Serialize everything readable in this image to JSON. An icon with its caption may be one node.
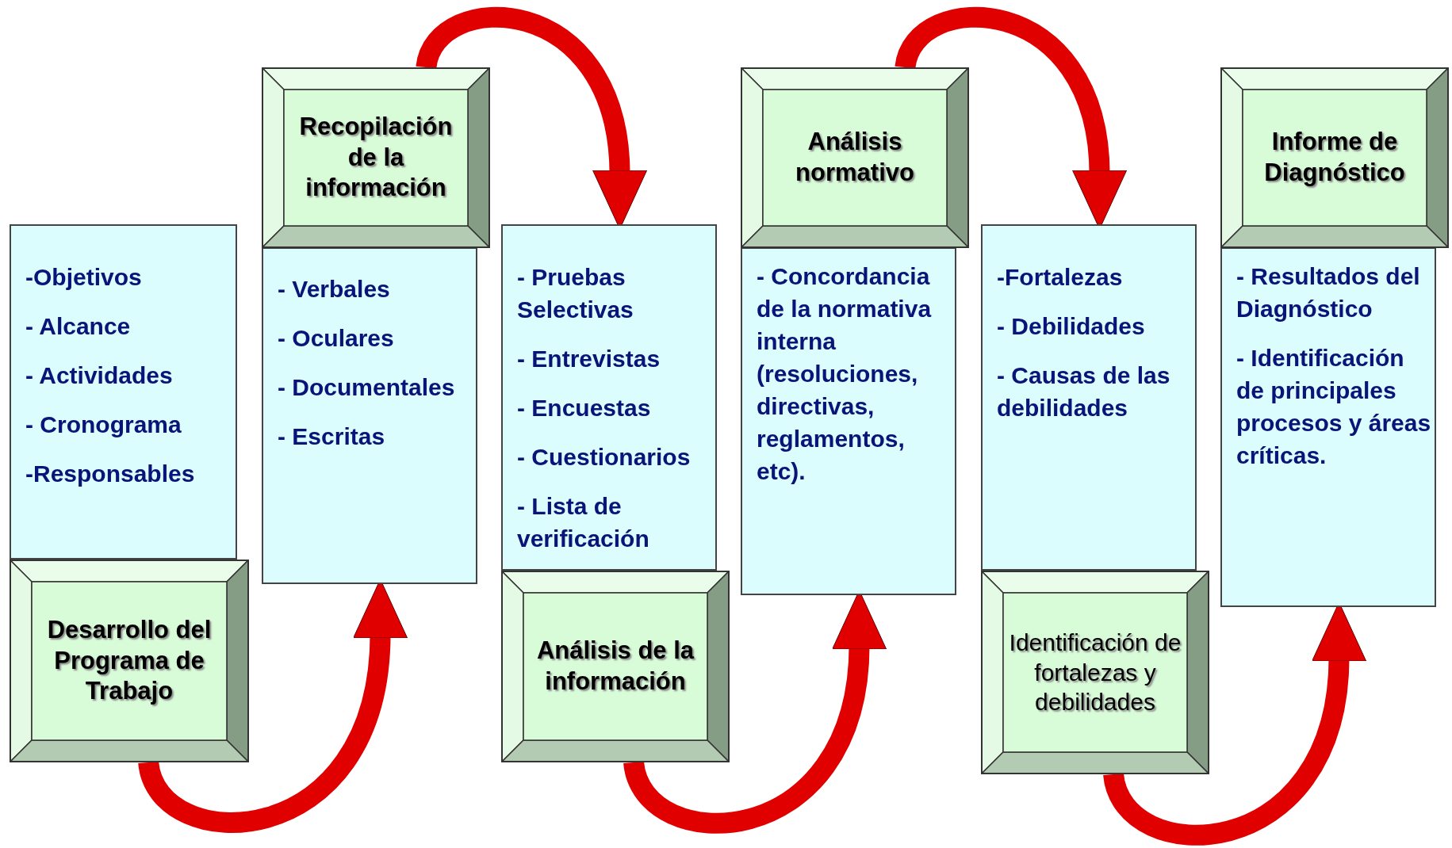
{
  "diagram": {
    "nodes": [
      {
        "text": [
          "-Objetivos",
          "- Alcance",
          "- Actividades",
          "- Cronograma",
          "-Responsables"
        ]
      },
      {
        "text": [
          "Desarrollo del Programa de Trabajo"
        ]
      },
      {
        "text": [
          "Recopilación de la información"
        ]
      },
      {
        "text": [
          "- Verbales",
          "- Oculares",
          "- Documentales",
          "- Escritas"
        ]
      },
      {
        "text": [
          "- Pruebas Selectivas",
          "- Entrevistas",
          "- Encuestas",
          "- Cuestionarios",
          "- Lista de verificación"
        ]
      },
      {
        "text": [
          "Análisis de la información"
        ]
      },
      {
        "text": [
          "Análisis normativo"
        ]
      },
      {
        "text": [
          "- Concordancia de la normativa interna (resoluciones, directivas, reglamentos, etc)."
        ]
      },
      {
        "text": [
          "-Fortalezas",
          "- Debilidades",
          "- Causas de las debilidades"
        ]
      },
      {
        "text": [
          "Identificación de fortalezas y debilidades"
        ]
      },
      {
        "text": [
          "Informe de Diagnóstico"
        ]
      },
      {
        "text": [
          "- Resultados del Diagnóstico",
          "- Identificación de principales procesos y áreas críticas."
        ]
      }
    ],
    "edges": [
      {
        "from": 1,
        "to": 3,
        "arrow": "to",
        "color": "#e00000"
      },
      {
        "from": 2,
        "to": 4,
        "arrow": "to",
        "color": "#e00000"
      },
      {
        "from": 5,
        "to": 7,
        "arrow": "to",
        "color": "#e00000"
      },
      {
        "from": 6,
        "to": 8,
        "arrow": "to",
        "color": "#e00000"
      },
      {
        "from": 9,
        "to": 11,
        "arrow": "to",
        "color": "#e00000"
      }
    ]
  }
}
